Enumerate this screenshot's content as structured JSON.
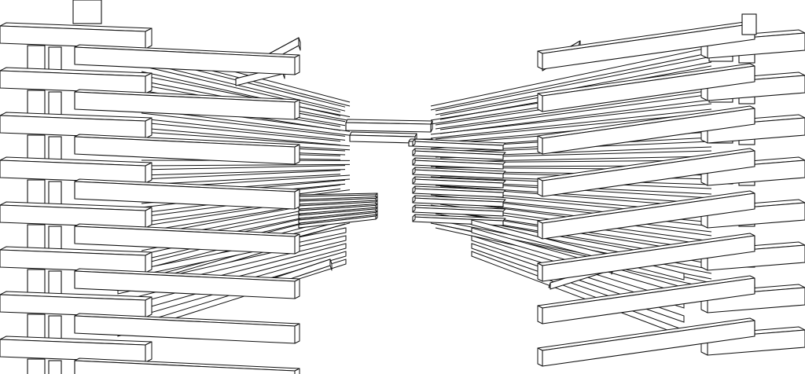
{
  "drawing": {
    "kind": "timber-lattice-perspective",
    "style": "black-outline-on-white",
    "stroke_color": "#111111",
    "fill_color": "#ffffff",
    "background": "#ffffff",
    "wings": [
      "left-stack",
      "right-stack"
    ],
    "tiers": 8,
    "connector": "central-bridge-beams"
  }
}
